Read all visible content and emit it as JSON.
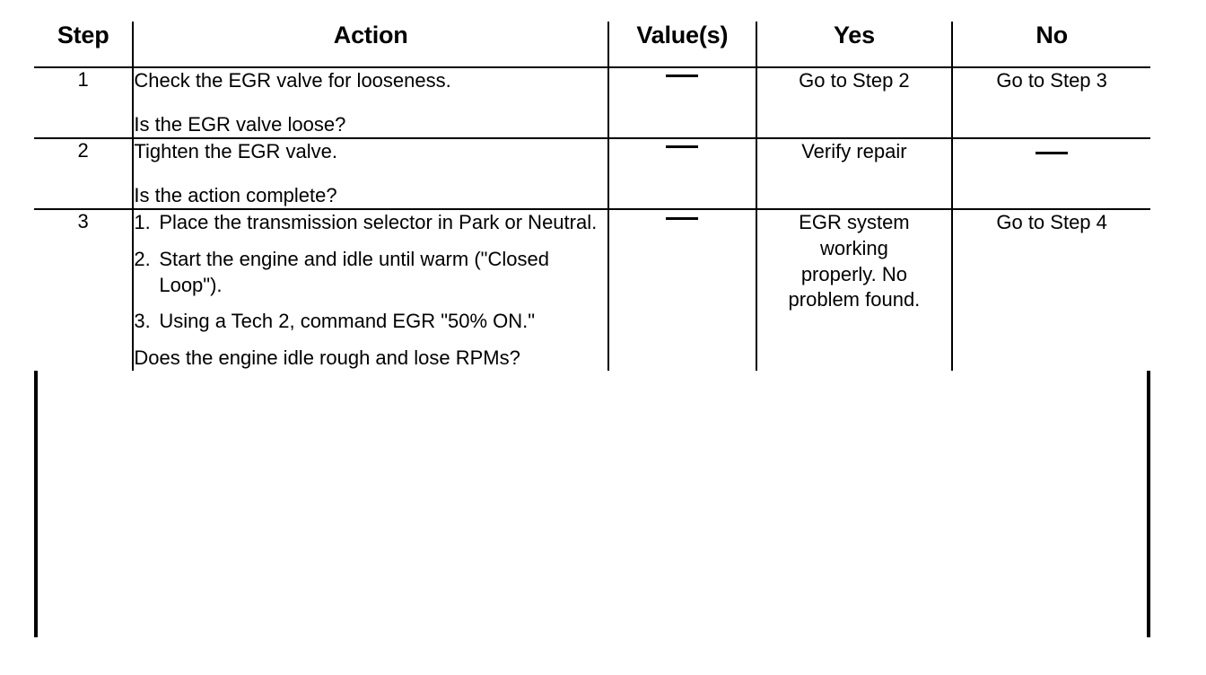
{
  "table": {
    "columns": [
      {
        "key": "step",
        "label": "Step"
      },
      {
        "key": "action",
        "label": "Action"
      },
      {
        "key": "value",
        "label": "Value(s)"
      },
      {
        "key": "yes",
        "label": "Yes"
      },
      {
        "key": "no",
        "label": "No"
      }
    ],
    "dash_mark": "—",
    "rows": [
      {
        "step": "1",
        "action": {
          "kind": "paragraphs",
          "paragraphs": [
            "Check the EGR valve for looseness.",
            "Is the EGR valve loose?"
          ]
        },
        "value": "—",
        "yes": "Go to Step 2",
        "no": "Go to Step 3"
      },
      {
        "step": "2",
        "action": {
          "kind": "paragraphs",
          "paragraphs": [
            "Tighten the EGR valve.",
            "Is the action complete?"
          ]
        },
        "value": "—",
        "yes": "Verify repair",
        "no": "—"
      },
      {
        "step": "3",
        "action": {
          "kind": "numbered",
          "substeps": [
            {
              "num": "1.",
              "text": "Place the transmission selector in Park or Neutral."
            },
            {
              "num": "2.",
              "text": "Start the engine and idle until warm (\"Closed Loop\")."
            },
            {
              "num": "3.",
              "text": "Using a Tech 2, command EGR \"50% ON.\""
            }
          ],
          "question": "Does the engine idle rough and lose RPMs?"
        },
        "value": "—",
        "yes": "EGR system working properly. No problem found.",
        "no": "Go to Step 4"
      }
    ]
  }
}
